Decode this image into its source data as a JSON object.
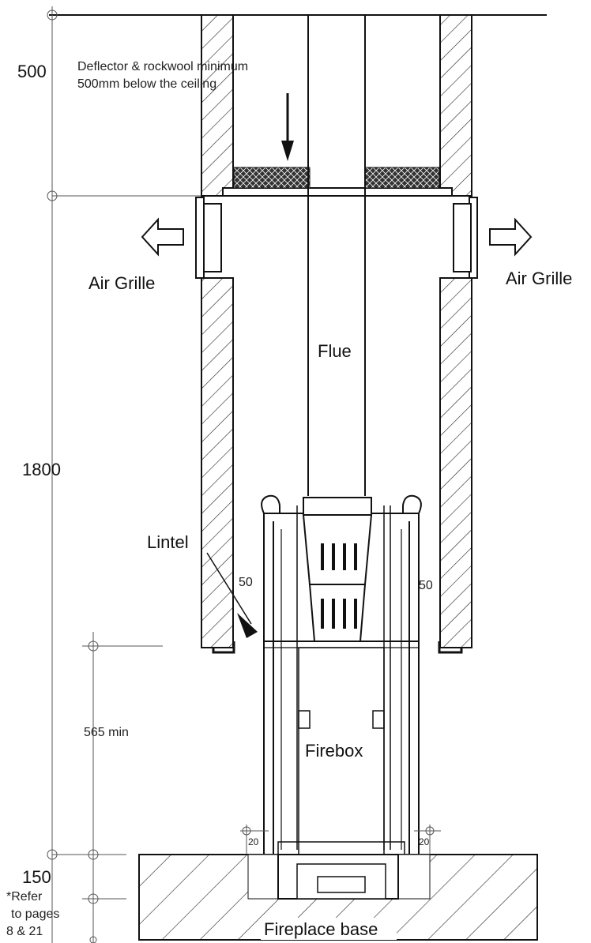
{
  "labels": {
    "deflector_line1": "Deflector & rockwool minimum",
    "deflector_line2": "500mm below the ceiling",
    "air_grille_left": "Air Grille",
    "air_grille_right": "Air Grille",
    "flue": "Flue",
    "lintel": "Lintel",
    "firebox": "Firebox",
    "fireplace_base": "Fireplace base"
  },
  "dimensions": {
    "d500": "500",
    "d1800": "1800",
    "d150": "150",
    "d565": "565 min",
    "gap_left": "50",
    "gap_right": "50",
    "side_left": "20",
    "side_right": "20"
  },
  "note": {
    "line1": "*Refer",
    "line2": "to pages",
    "line3": "8 & 21"
  },
  "icons": {
    "arrow_left": "hollow-arrow-left-icon",
    "arrow_right": "hollow-arrow-right-icon",
    "arrow_down": "arrow-down-icon",
    "dim_marker": "crosshair-circle-icon"
  }
}
